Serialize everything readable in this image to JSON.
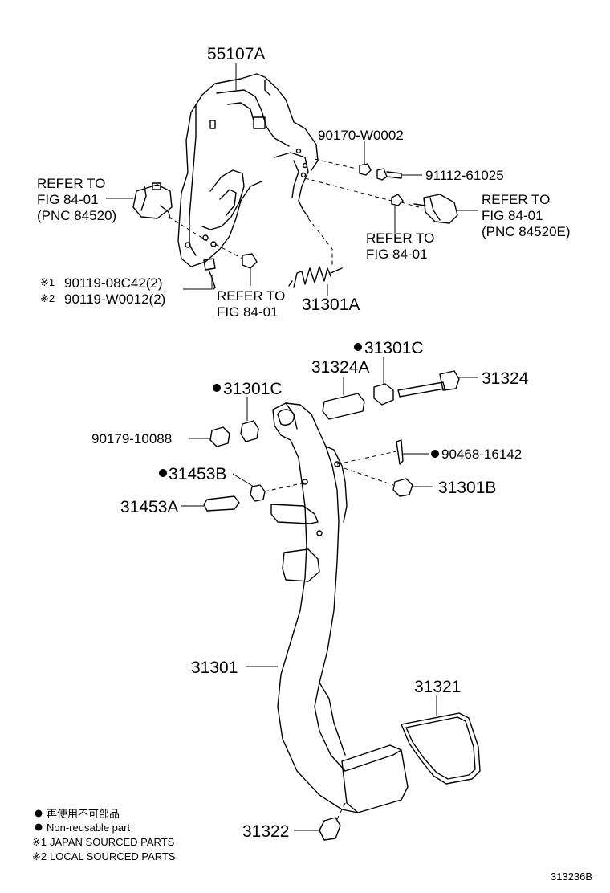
{
  "labels": {
    "p55107A": "55107A",
    "p90170": "90170-W0002",
    "p91112": "91112-61025",
    "refer_left_1": "REFER TO",
    "refer_left_2": "FIG 84-01",
    "refer_left_3": "(PNC 84520)",
    "refer_right_1": "REFER TO",
    "refer_right_2": "FIG 84-01",
    "refer_right_3": "(PNC 84520E)",
    "refer_mid_1": "REFER TO",
    "refer_mid_2": "FIG 84-01",
    "refer_low_1": "REFER TO",
    "refer_low_2": "FIG 84-01",
    "p90119_08C42": "90119-08C42(2)",
    "p90119_W0012": "90119-W0012(2)",
    "mark1": "※1",
    "mark2": "※2",
    "p31301A": "31301A",
    "p31301C_top": "31301C",
    "p31324A": "31324A",
    "p31324": "31324",
    "p31301C_left": "31301C",
    "p90179": "90179-10088",
    "p90468": "90468-16142",
    "p31453B": "31453B",
    "p31301B": "31301B",
    "p31453A": "31453A",
    "p31301": "31301",
    "p31321": "31321",
    "p31322": "31322"
  },
  "legend": {
    "non_reusable_jp": "再使用不可部品",
    "non_reusable_en": "Non-reusable part",
    "japan_sourced": "JAPAN SOURCED PARTS",
    "local_sourced": "LOCAL SOURCED PARTS",
    "mark1": "※1",
    "mark2": "※2"
  },
  "figure_code": "313236B"
}
